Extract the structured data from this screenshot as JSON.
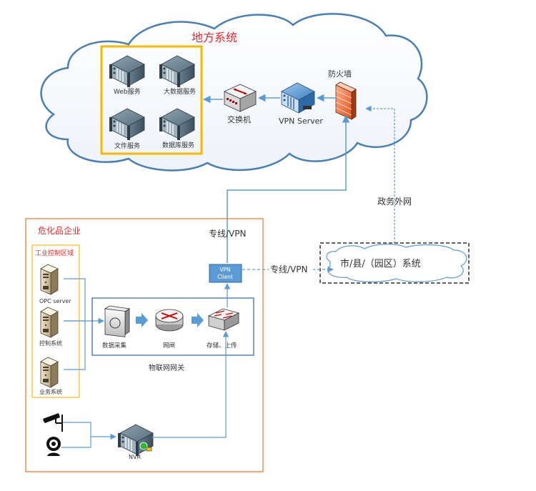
{
  "regional_system": {
    "title": "地方系统",
    "servers": [
      {
        "label": "Web服务"
      },
      {
        "label": "大数据服务"
      },
      {
        "label": "文件服务"
      },
      {
        "label": "数据库服务"
      }
    ],
    "switch_label": "交换机",
    "vpn_server_label": "VPN Server",
    "firewall_label": "防火墙"
  },
  "links": {
    "gov_extranet_label": "政务外网",
    "leased_vpn_top_label": "专线/VPN",
    "leased_vpn_side_label": "专线/VPN"
  },
  "city_system": {
    "label": "市/县/（园区）系统"
  },
  "enterprise": {
    "title": "危化品企业",
    "vpn_client_line1": "VPN",
    "vpn_client_line2": "Client",
    "industrial_zone": {
      "title": "工业控制区域",
      "items": [
        {
          "label": "OPC server"
        },
        {
          "label": "控制系统"
        },
        {
          "label": "业务系统"
        }
      ]
    },
    "iot_gateway": {
      "label": "物联网网关",
      "stages": [
        {
          "label": "数据采集"
        },
        {
          "label": "网闸"
        },
        {
          "label": "存储、上传"
        }
      ]
    },
    "nvr_label": "NVR"
  },
  "colors": {
    "line_blue": "#5b9bd5",
    "cloud_stroke": "#4a7fb5",
    "title_red": "#e8262a",
    "zone_orange": "#ed7d31",
    "zone_yellow": "#fbbf24",
    "server_group_gold": "#f5b800",
    "gateway_blue": "#2e64a8"
  }
}
